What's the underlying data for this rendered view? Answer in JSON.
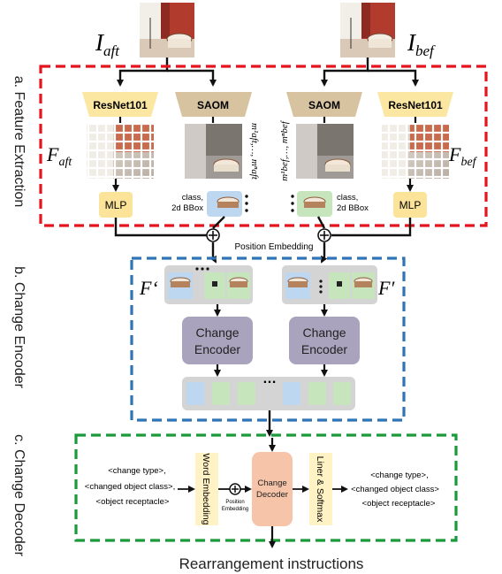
{
  "colors": {
    "feature_box": "#e4151c",
    "encoder_box": "#2f73b8",
    "decoder_box": "#1a9a3a",
    "resnet_fill": "#fbe7a1",
    "saom_fill": "#d7c3a0",
    "mlp_fill": "#fbe49a",
    "encoder_fill": "#a9a3bd",
    "token_blue": "#bcd7ef",
    "token_green": "#c7e5bd",
    "change_decoder_fill": "#f6c4a8",
    "word_embedding_fill": "#fff2c5"
  },
  "inputs": {
    "aft_label": "I",
    "aft_sub": "aft",
    "bef_label": "I",
    "bef_sub": "bef"
  },
  "sections": {
    "feature_extraction": "a. Feature Extraction",
    "change_encoder": "b. Change Encoder",
    "change_decoder": "c. Change Decoder"
  },
  "feature_extraction": {
    "resnet_left": "ResNet101",
    "saom_left": "SAOM",
    "saom_right": "SAOM",
    "resnet_right": "ResNet101",
    "f_aft_main": "F",
    "f_aft_sub": "aft",
    "f_bef_main": "F",
    "f_bef_sub": "bef",
    "m_aft_label": "m¹aft,…, mⁿaft",
    "m_bef_label": "m¹bef,…, mⁿbef",
    "mlp_left": "MLP",
    "mlp_right": "MLP",
    "class_left": "class,",
    "bbox_left": "2d BBox",
    "class_right": "class,",
    "bbox_right": "2d BBox"
  },
  "position_embedding": "Position Embedding",
  "encoder": {
    "f_left": "F‘",
    "f_right": "F′",
    "encoder_left": [
      "Change",
      "Encoder"
    ],
    "encoder_right": [
      "Change",
      "Encoder"
    ],
    "ellipsis": "…"
  },
  "decoder": {
    "input_lines": [
      "<change type>,",
      "<changed object class>,",
      "<object receptacle>"
    ],
    "word_embedding": "Word Embedding",
    "position_embedding_small": [
      "Position",
      "Embedding"
    ],
    "change_decoder": [
      "Change",
      "Decoder"
    ],
    "liner_softmax": "Liner & Softmax",
    "output_lines": [
      "<change type>,",
      "<changed object class>",
      "<object receptacle>"
    ]
  },
  "output_title": "Rearrangement instructions"
}
